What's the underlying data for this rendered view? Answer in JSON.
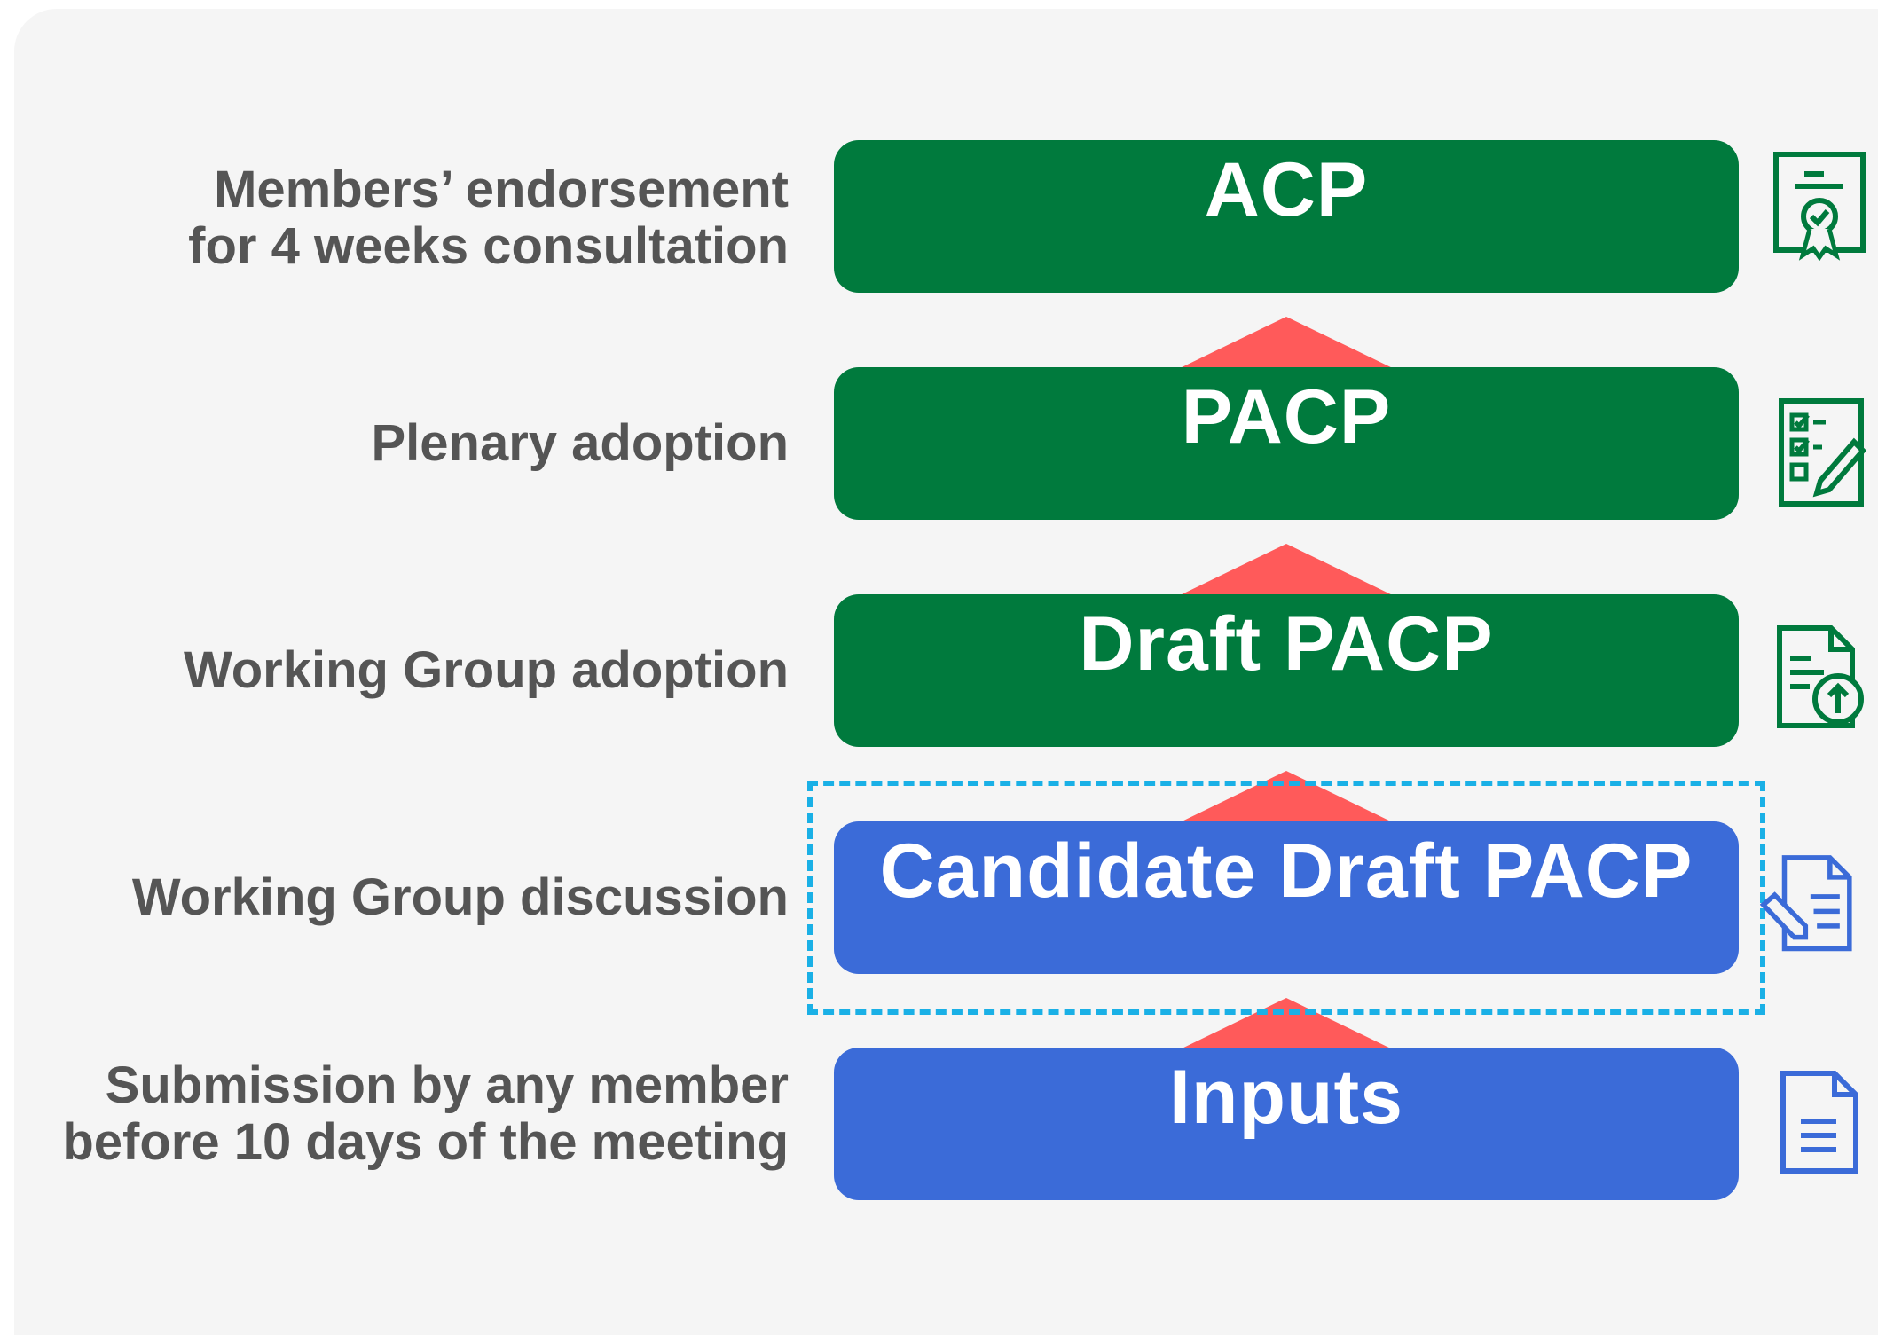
{
  "stages": [
    {
      "id": "acp",
      "title": "ACP",
      "label": "Members’ endorsement\nfor 4 weeks consultation",
      "icon": "certificate-icon",
      "color": "#007a3d"
    },
    {
      "id": "pacp",
      "title": "PACP",
      "label": "Plenary adoption",
      "icon": "checklist-edit-icon",
      "color": "#007a3d"
    },
    {
      "id": "draft_pacp",
      "title": "Draft PACP",
      "label": "Working Group adoption",
      "icon": "document-upload-icon",
      "color": "#007a3d"
    },
    {
      "id": "candidate_draft_pacp",
      "title": "Candidate Draft PACP",
      "label": "Working Group discussion",
      "icon": "document-edit-icon",
      "color": "#3b6bd8"
    },
    {
      "id": "inputs",
      "title": "Inputs",
      "label": "Submission by any member\nbefore 10 days of the meeting",
      "icon": "document-icon",
      "color": "#3b6bd8"
    }
  ],
  "colors": {
    "green": "#007a3d",
    "blue": "#3b6bd8",
    "arrow": "#ff5a5a",
    "highlight": "#1ab0e6",
    "label_text": "#555555"
  }
}
